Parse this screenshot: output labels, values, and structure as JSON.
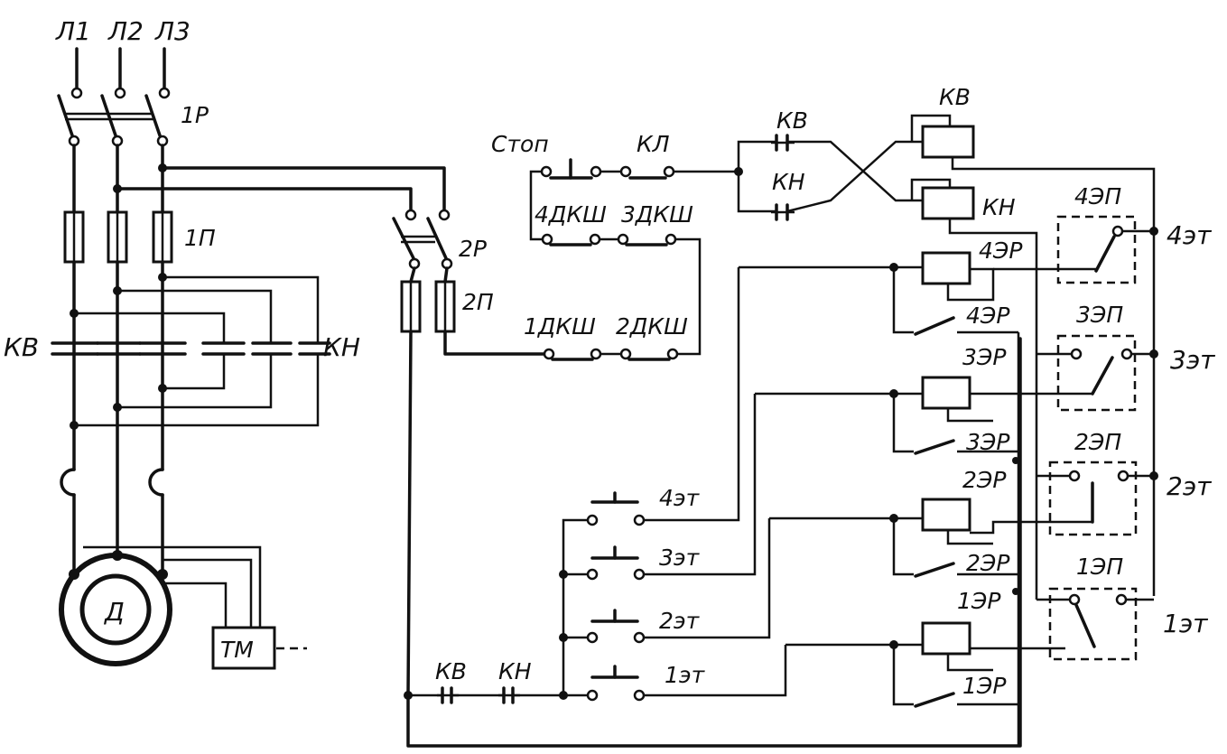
{
  "labels": {
    "phase_l1": "Л1",
    "phase_l2": "Л2",
    "phase_l3": "Л3",
    "switch_1r": "1Р",
    "fuse_1p": "1П",
    "switch_2r": "2Р",
    "fuse_2p": "2П",
    "contactor_kv_main": "КВ",
    "contactor_kn_main": "КН",
    "motor": "Д",
    "brake_tm": "ТМ",
    "stop": "Стоп",
    "kl": "КЛ",
    "kv_coil": "КВ",
    "kn_coil": "КН",
    "kv_interlock": "КВ",
    "kn_interlock": "КН",
    "kv_bottom": "КВ",
    "kn_bottom": "КН",
    "dksh4": "4ДКШ",
    "dksh3": "3ДКШ",
    "dksh1": "1ДКШ",
    "dksh2": "2ДКШ",
    "relay_4er": "4ЭР",
    "relay_4er_contact": "4ЭР",
    "relay_3er": "3ЭР",
    "relay_3er_contact": "3ЭР",
    "relay_2er": "2ЭР",
    "relay_2er_contact": "2ЭР",
    "relay_1er": "1ЭР",
    "relay_1er_contact": "1ЭР",
    "floor_switch_4ep": "4ЭП",
    "floor_switch_3ep": "3ЭП",
    "floor_switch_2ep": "2ЭП",
    "floor_switch_1ep": "1ЭП",
    "floor_4": "4эт",
    "floor_3": "3эт",
    "floor_2": "2эт",
    "floor_1": "1эт",
    "button_4": "4эт",
    "button_3": "3эт",
    "button_2": "2эт",
    "button_1": "1эт"
  }
}
